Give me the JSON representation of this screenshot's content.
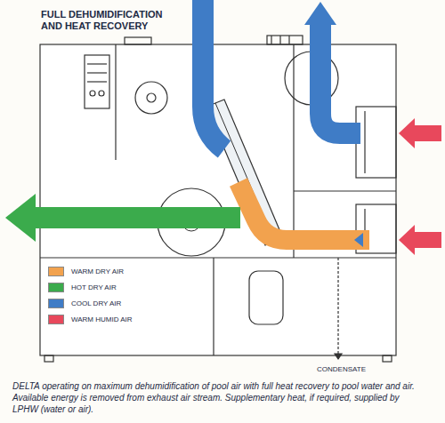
{
  "diagram": {
    "title": "FULL DEHUMIDIFICATION AND HEAT RECOVERY",
    "caption": "DELTA operating on maximum dehumidification of pool air with full heat recovery to pool water and air. Available energy is removed from exhaust air stream. Supplementary heat, if required, supplied by LPHW (water or air).",
    "labels": [
      "CONDENSATE"
    ],
    "legend": [
      {
        "text": "WARM DRY AIR",
        "color": "#f2a24e"
      },
      {
        "text": "HOT DRY AIR",
        "color": "#3bab4c"
      },
      {
        "text": "COOL DRY AIR",
        "color": "#3f7cc6"
      },
      {
        "text": "WARM HUMID AIR",
        "color": "#e8485c"
      }
    ]
  }
}
